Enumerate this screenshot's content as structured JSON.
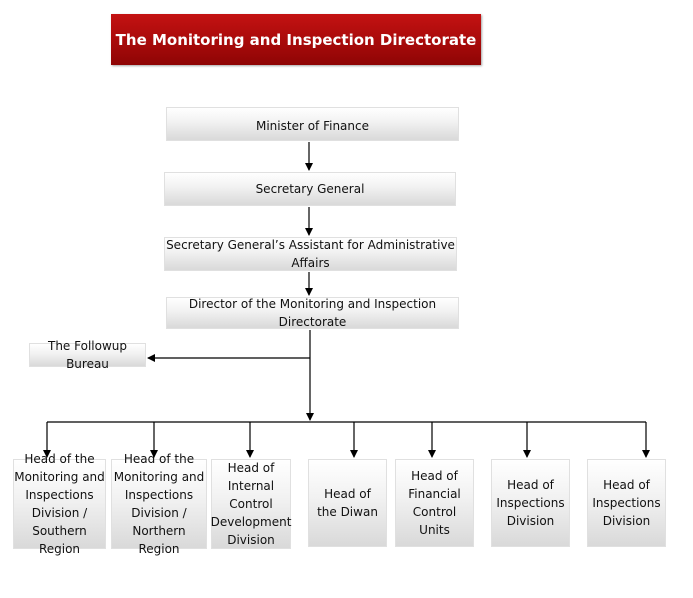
{
  "title": "The Monitoring and Inspection Directorate",
  "chain": {
    "minister": "Minister of Finance",
    "secretary_general": "Secretary General",
    "assistant": "Secretary General’s Assistant for Administrative Affairs",
    "director": "Director of the Monitoring and Inspection Directorate"
  },
  "followup_bureau": "The Followup Bureau",
  "divisions": [
    "Head of the Monitoring and Inspections Division / Southern Region",
    "Head of the Monitoring and Inspections Division / Northern Region",
    "Head of Internal Control Development Division",
    "Head of the Diwan",
    "Head of Financial Control Units",
    "Head of Inspections Division",
    "Head of Inspections Division"
  ]
}
